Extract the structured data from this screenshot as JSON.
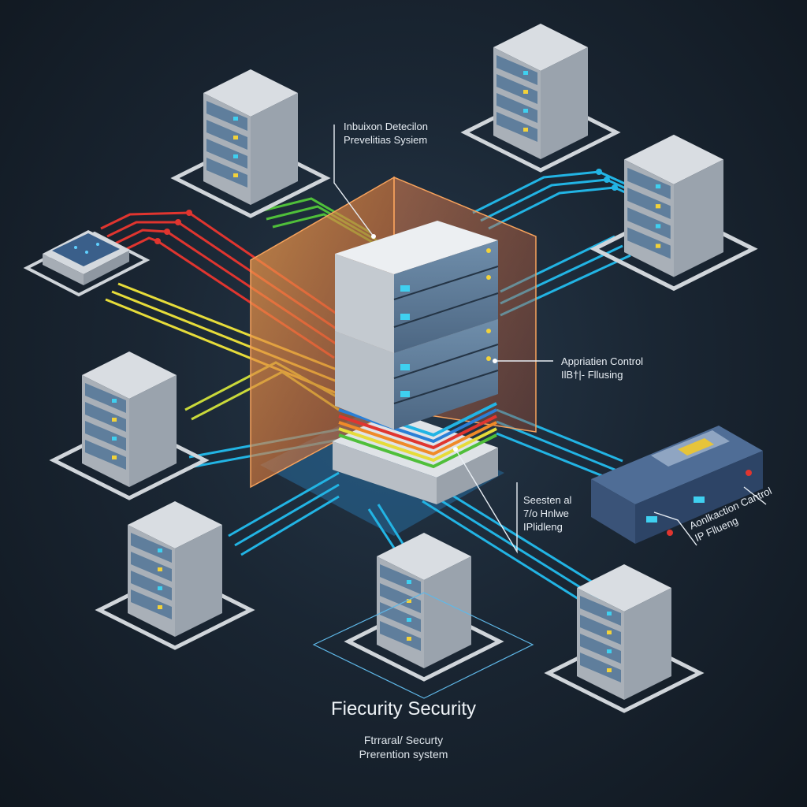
{
  "labels": {
    "ids": {
      "line1": "Inbuixon Detecilon",
      "line2": "Prevelitias Sysiem"
    },
    "app_control_center": {
      "line1": "Appriatien Control",
      "line2": "IlB†|- Fllusing"
    },
    "session_filter": {
      "line1": "Seesten al",
      "line2": "7/o Hnlwe",
      "line3": "IPlidleng"
    },
    "app_control_right": {
      "line1": "Aonlkaction Cantrol",
      "line2": "IP Fllueng"
    }
  },
  "caption": {
    "title": "Fiecurity Security",
    "sub_line1": "Ftrraral/ Securty",
    "sub_line2": "Prerention system"
  },
  "colors": {
    "background": "#1a2633",
    "server_top": "#d9dde2",
    "server_side": "#a9b0b8",
    "server_face": "#5f7e9c",
    "pedestal": "#d0d5da",
    "link_cyan": "#22b4e4",
    "link_red": "#e0352f",
    "link_orange": "#f08a28",
    "link_yellow": "#e6dc3a",
    "link_green": "#4fbf3a",
    "firewall_orange": "#e8803c",
    "floor_blue": "#2a8fd6"
  }
}
